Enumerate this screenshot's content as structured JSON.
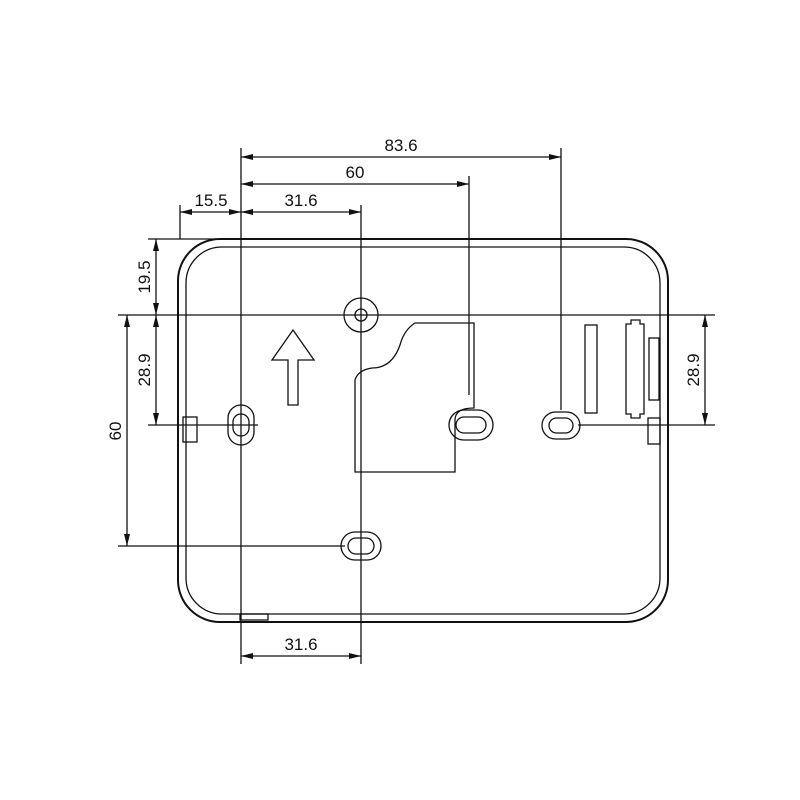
{
  "dimensions": {
    "top_total": "83.6",
    "top_middle": "60",
    "top_hole": "31.6",
    "top_edge": "15.5",
    "left_top": "19.5",
    "left_middle": "28.9",
    "left_total": "60",
    "right_middle": "28.9",
    "bottom_hole": "31.6"
  }
}
